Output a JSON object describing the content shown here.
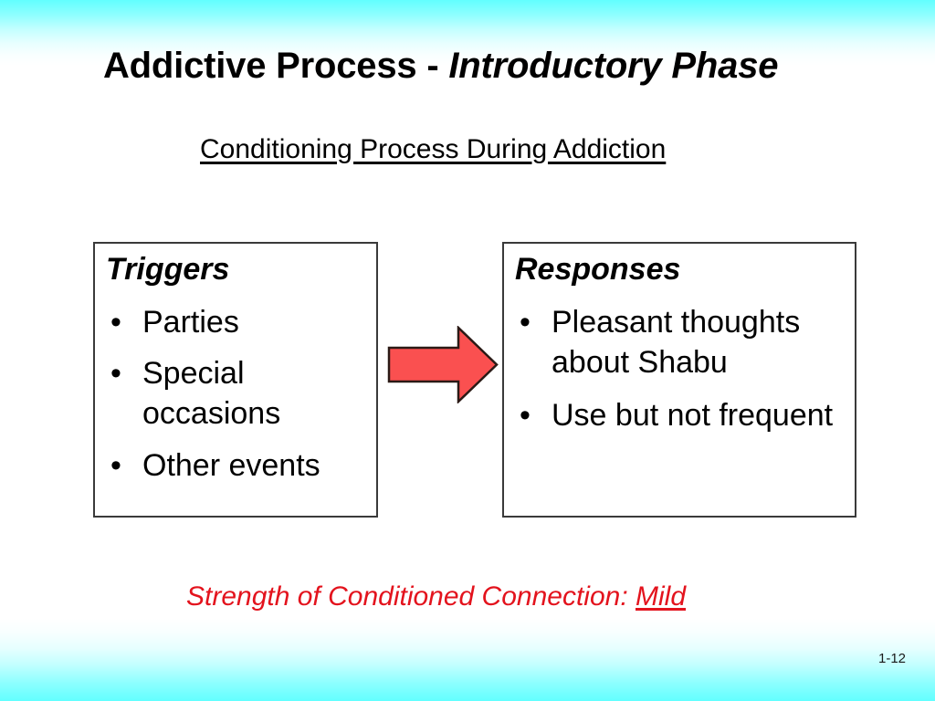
{
  "slide": {
    "title_main": "Addictive Process - ",
    "title_emphasis": "Introductory Phase",
    "subtitle": "Conditioning Process During Addiction",
    "page_number": "1-12",
    "background_top_color": "#62ffff",
    "background_bottom_color": "#62ffff"
  },
  "triggers_box": {
    "heading": "Triggers",
    "bullets": [
      {
        "marker": "•",
        "text": "Parties"
      },
      {
        "marker": "•",
        "text": "Special occasions"
      },
      {
        "marker": "•",
        "text": "Other events"
      }
    ]
  },
  "responses_box": {
    "heading": "Responses",
    "bullets": [
      {
        "marker": "•",
        "text": "Pleasant thoughts about Shabu"
      },
      {
        "marker": "•",
        "text": "Use but not frequent"
      }
    ]
  },
  "arrow": {
    "direction": "right",
    "fill_color": "#fa5050",
    "stroke_color": "#2b1a16"
  },
  "strength_note": {
    "label": "Strength of Conditioned Connection: ",
    "value": "Mild",
    "color": "#e3131d"
  }
}
